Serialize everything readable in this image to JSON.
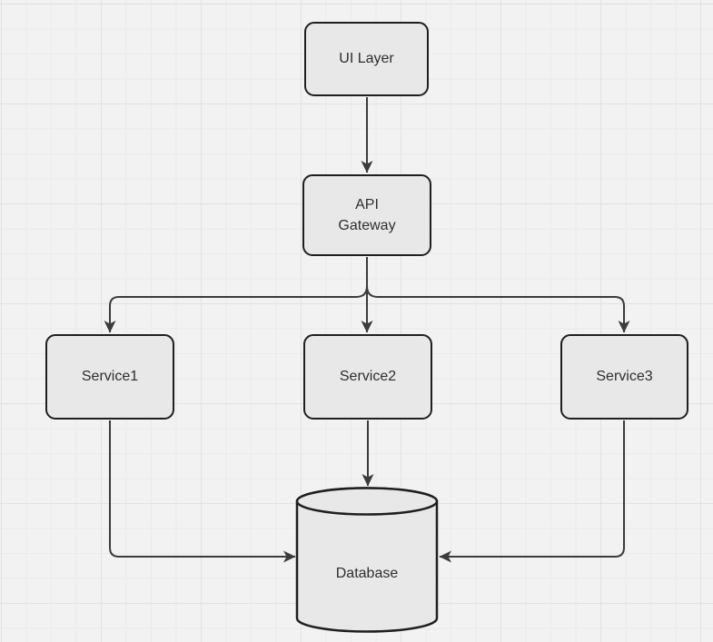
{
  "diagram": {
    "type": "flowchart",
    "nodes": [
      {
        "id": "ui_layer",
        "label": "UI Layer",
        "shape": "rounded-rect"
      },
      {
        "id": "api_gateway",
        "label": "API\nGateway",
        "shape": "rounded-rect"
      },
      {
        "id": "service1",
        "label": "Service1",
        "shape": "rounded-rect"
      },
      {
        "id": "service2",
        "label": "Service2",
        "shape": "rounded-rect"
      },
      {
        "id": "service3",
        "label": "Service3",
        "shape": "rounded-rect"
      },
      {
        "id": "database",
        "label": "Database",
        "shape": "cylinder"
      }
    ],
    "edges": [
      {
        "from": "ui_layer",
        "to": "api_gateway"
      },
      {
        "from": "api_gateway",
        "to": "service1"
      },
      {
        "from": "api_gateway",
        "to": "service2"
      },
      {
        "from": "api_gateway",
        "to": "service3"
      },
      {
        "from": "service1",
        "to": "database"
      },
      {
        "from": "service2",
        "to": "database"
      },
      {
        "from": "service3",
        "to": "database"
      }
    ],
    "colors": {
      "background": "#f2f2f2",
      "grid_minor": "#ebebeb",
      "grid_major": "#e2e2e2",
      "node_fill": "#e8e8e8",
      "node_border": "#1f1f1f",
      "edge": "#3b3b3b",
      "text": "#2e2e2e"
    }
  }
}
